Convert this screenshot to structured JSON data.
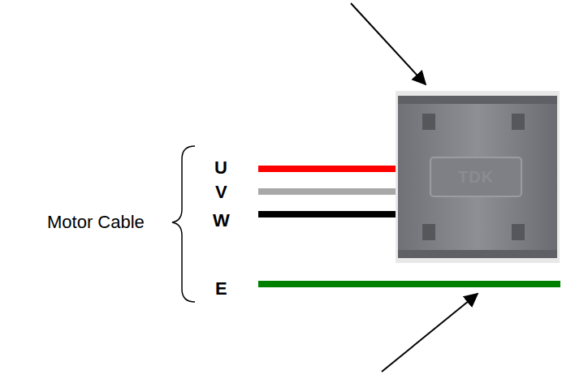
{
  "diagram": {
    "labels": [
      "Motor Cable",
      "U",
      "V",
      "W",
      "E",
      "TDK"
    ]
  }
}
